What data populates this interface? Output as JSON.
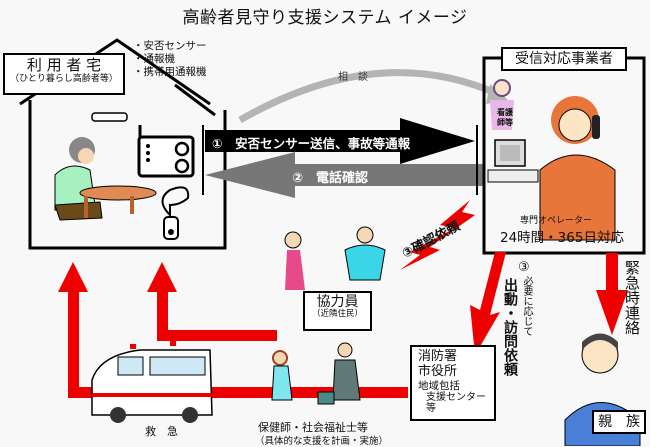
{
  "title": "高齢者見守り支援システム イメージ",
  "home": {
    "label": "利 用 者 宅",
    "sublabel": "（ひとり暮らし高齢者等）",
    "devices": [
      "・安否センサー",
      "・通報機",
      "・携帯用通報機"
    ]
  },
  "receiver": {
    "label": "受信対応事業者",
    "nurse_label": "看護師等",
    "operator_caption": "専門オペレーター",
    "hours": "24時間・365日対応"
  },
  "flows": {
    "consult": "相　談",
    "step1": "①　安否センサー送信、事故等通報",
    "step2": "②　電話確認",
    "step3_confirm": "③確認依頼",
    "step3_num": "③",
    "step3_note": "必要に応じて",
    "step3_dispatch": "出動・訪問依頼",
    "emergency_contact": "緊急時連絡"
  },
  "cooperator": {
    "label": "協力員",
    "sublabel": "（近隣住民）"
  },
  "agency": {
    "lines": [
      "消防署",
      "市役所",
      "地域包括",
      "支援センター等"
    ]
  },
  "relatives": {
    "label": "親　族"
  },
  "ambulance": {
    "label": "救　急"
  },
  "welfare": {
    "label": "保健師・社会福祉士等",
    "sublabel": "（具体的な支援を計画・実施）"
  },
  "colors": {
    "red_arrow": "#ee0000",
    "gray_arrow": "#777777",
    "black_arrow": "#000000",
    "consult_arc": "#b4b4b4"
  }
}
